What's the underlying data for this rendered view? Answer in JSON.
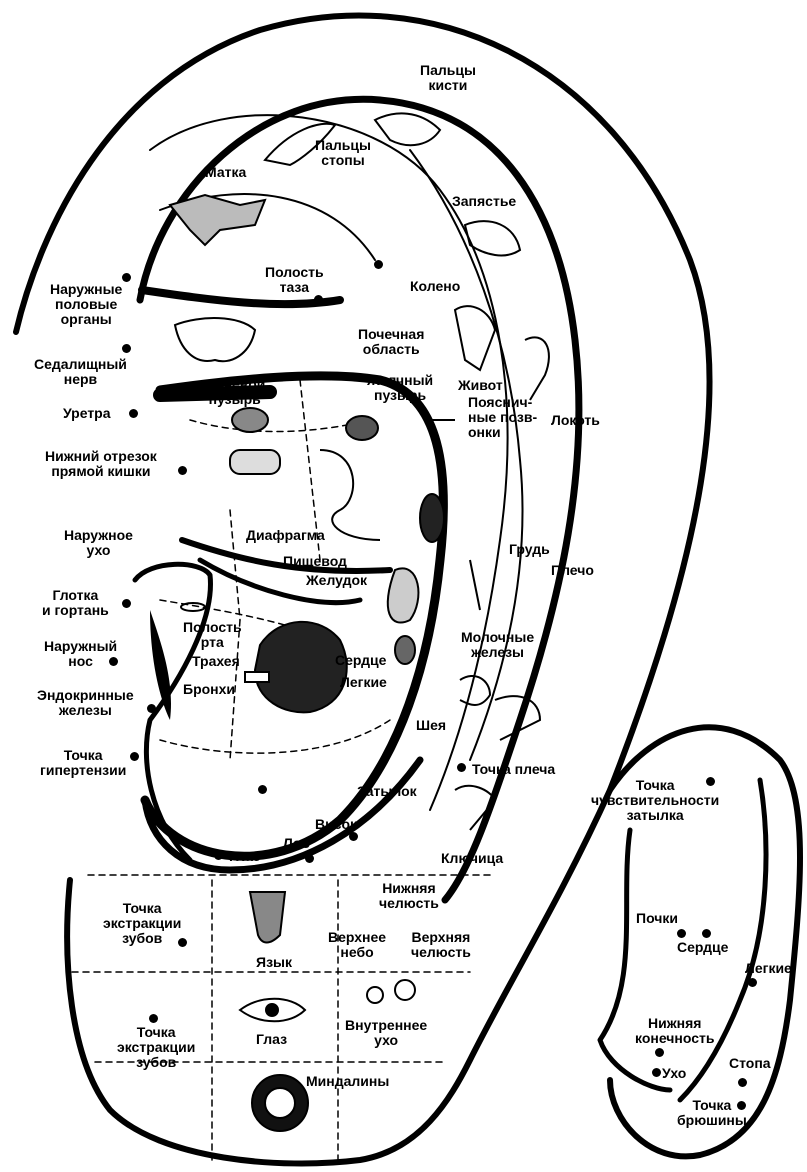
{
  "colors": {
    "ink": "#000000",
    "paper": "#ffffff"
  },
  "icons": [
    "uterus-icon",
    "toes-icon",
    "fingers-icon",
    "wrist-icon",
    "pelvis-icon",
    "knee-icon",
    "elbow-icon",
    "bladder-icon",
    "gallbladder-icon",
    "intestine-icon",
    "vertebrae-icon",
    "spleen-icon",
    "stomach-icon",
    "lips-icon",
    "lungs-icon",
    "heart-icon",
    "trachea-icon",
    "neck-icon",
    "shoulder-icon",
    "clavicle-icon",
    "tongue-icon",
    "eye-icon",
    "inner-ear-icon",
    "tonsils-icon"
  ],
  "labels": {
    "fingers": "Пальцы\nкисти",
    "toes": "Пальцы\nстопы",
    "uterus": "Матка",
    "wrist": "Запястье",
    "external_genitals": "Наружные\nполовые\nорганы",
    "pelvic_cavity": "Полость\nтаза",
    "knee": "Колено",
    "renal_area": "Почечная\nобласть",
    "sciatic_nerve": "Седалищный\nнерв",
    "bladder": "Мочевой\nпузырь",
    "gallbladder": "Желчный\nпузырь",
    "abdomen": "Живот",
    "lumbar_vertebrae": "Пояснич-\nные позв-\nонки",
    "elbow": "Локоть",
    "urethra": "Уретра",
    "lower_rectum": "Нижний отрезок\nпрямой кишки",
    "external_ear": "Наружное\nухо",
    "diaphragm": "Диафрагма",
    "esophagus": "Пищевод",
    "stomach": "Желудок",
    "chest": "Грудь",
    "shoulder": "Плечо",
    "pharynx_larynx": "Глотка\nи гортань",
    "mouth_cavity": "Полость\nрта",
    "trachea": "Трахея",
    "external_nose": "Наружный\nнос",
    "heart": "Сердце",
    "lungs": "Легкие",
    "mammary_glands": "Молочные\nжелезы",
    "bronchi": "Бронхи",
    "endocrine_glands": "Эндокринные\nжелезы",
    "neck": "Шея",
    "hypertension_point": "Точка\nгипертензии",
    "shoulder_point": "Точка плеча",
    "occiput": "Затылок",
    "temple": "Висок",
    "forehead": "Лоб",
    "eye_upper": "Глаз",
    "clavicle": "Ключица",
    "lower_jaw": "Нижняя\nчелюсть",
    "tooth_extraction_upper": "Точка\nэкстракции\nзубов",
    "upper_palate": "Верхнее\nнебо",
    "upper_jaw": "Верхняя\nчелюсть",
    "tongue": "Язык",
    "tooth_extraction_lower": "Точка\nэкстракции\nзубов",
    "eye_lower": "Глаз",
    "inner_ear": "Внутреннее\nухо",
    "tonsils": "Миндалины",
    "back_occiput_sensitivity": "Точка\nчувствительности\nзатылка",
    "back_kidneys": "Почки",
    "back_heart": "Сердце",
    "back_lungs": "Легкие",
    "back_lower_limb": "Нижняя\nконечность",
    "back_ear": "Ухо",
    "back_foot": "Стопа",
    "back_peritoneum_point": "Точка\nбрюшины"
  }
}
